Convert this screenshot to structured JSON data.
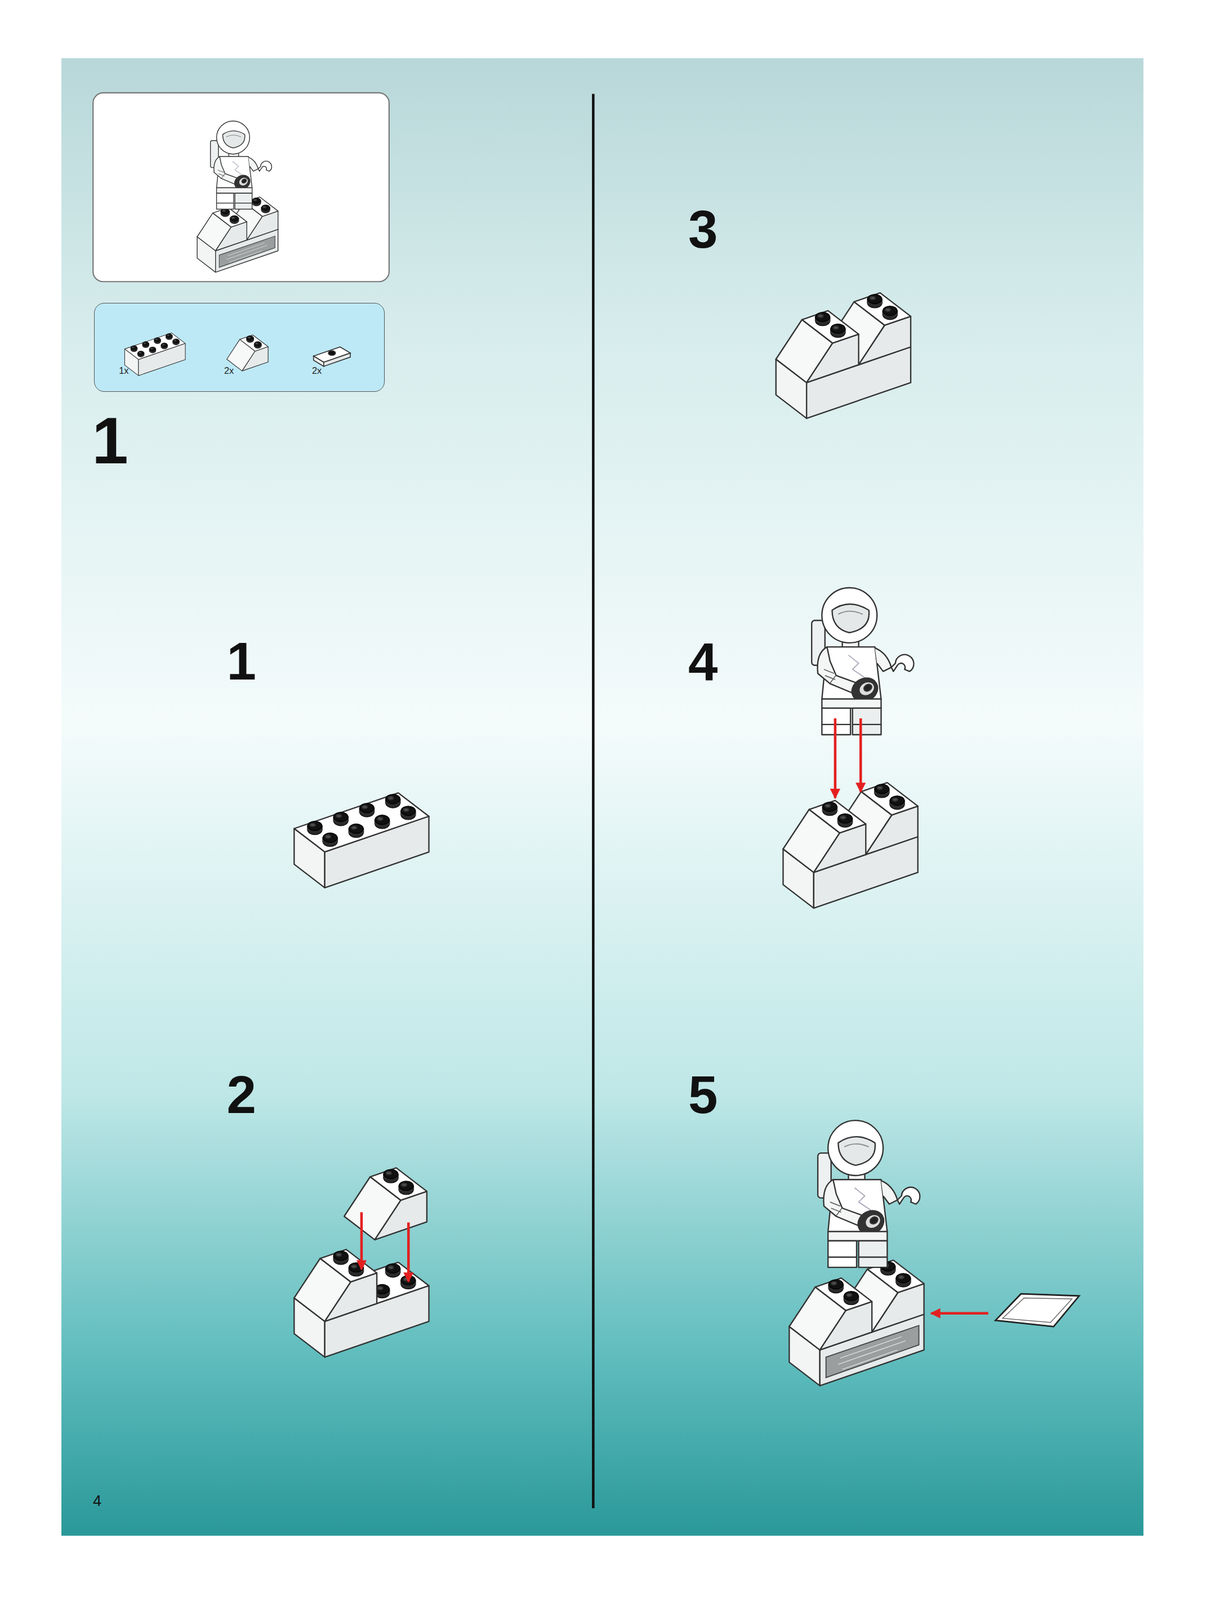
{
  "diagram": {
    "nodes": [
      {
        "text": [
          "1x",
          "2x",
          "2x"
        ]
      }
    ],
    "labels": [
      "1",
      "1",
      "2",
      "3",
      "4",
      "5",
      "4"
    ]
  }
}
